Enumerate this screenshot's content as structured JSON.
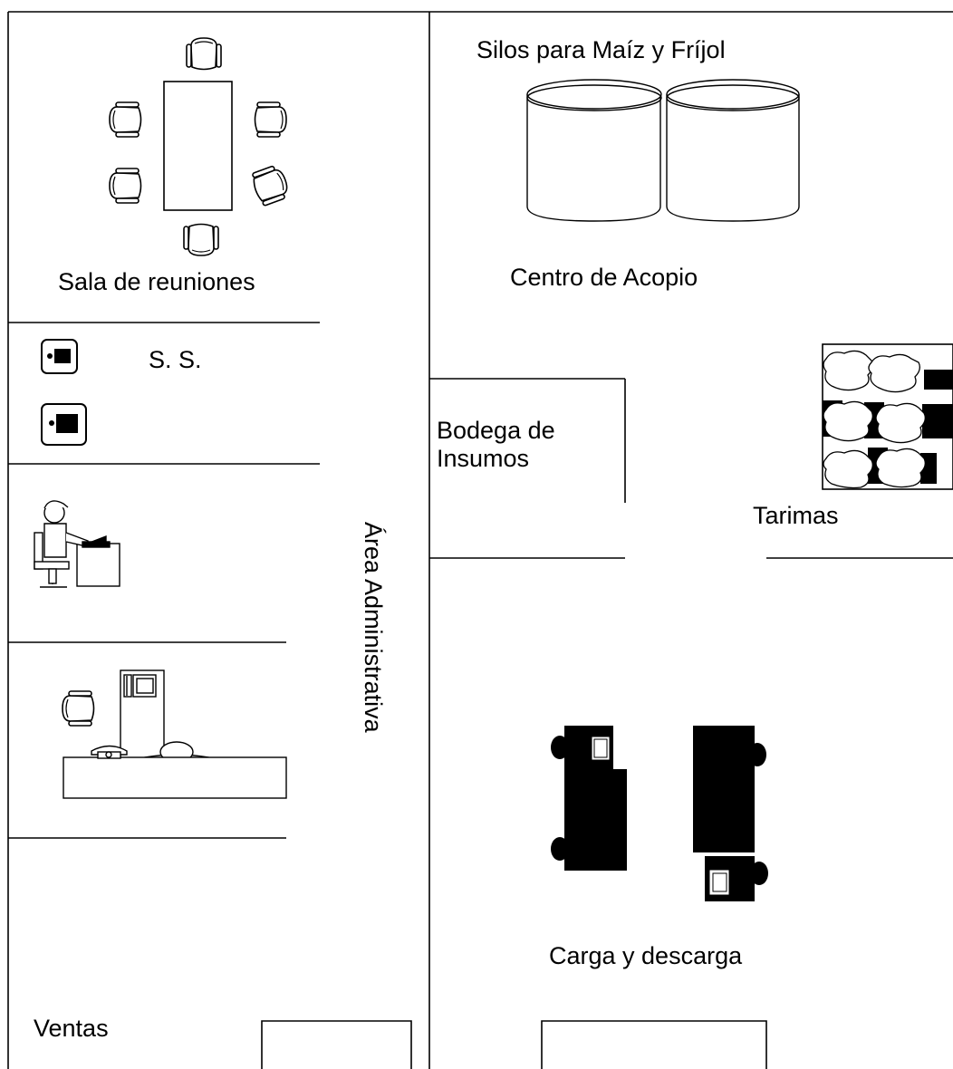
{
  "labels": {
    "silos": "Silos para Maíz y Fríjol",
    "sala_reuniones": "Sala de reuniones",
    "sanitarios": "S. S.",
    "centro_acopio": "Centro de Acopio",
    "bodega_insumos": "Bodega de Insumos",
    "tarimas": "Tarimas",
    "carga_descarga": "Carga y descarga",
    "ventas": "Ventas",
    "area_administrativa": "Área Administrativa"
  },
  "icons": [
    "chair-icon",
    "meeting-table-icon",
    "silo-icon",
    "restroom-man-icon",
    "office-worker-at-desk-icon",
    "desk-with-computer-icon",
    "receptionist-counter-icon",
    "telephone-icon",
    "pallet-sacks-icon",
    "truck-icon"
  ],
  "colors": {
    "line": "#000000",
    "background": "#ffffff"
  }
}
